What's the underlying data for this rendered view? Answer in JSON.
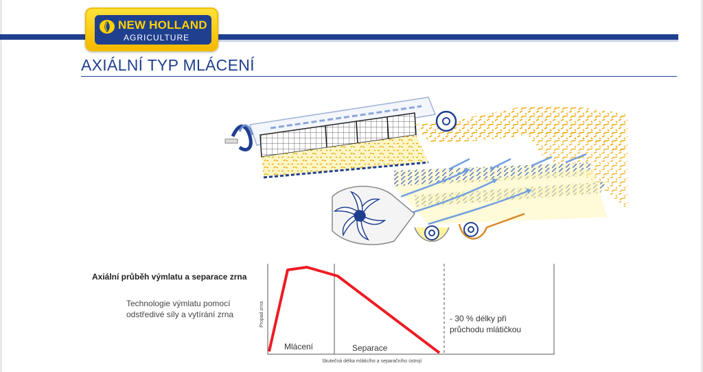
{
  "logo": {
    "brand": "NEW HOLLAND",
    "sub": "AGRICULTURE",
    "colors": {
      "blue": "#1f3f8f",
      "yellow": "#ffd200"
    }
  },
  "page": {
    "title": "AXIÁLNÍ TYP MLÁCENÍ"
  },
  "caption": {
    "heading": "Axiální průběh výmlatu a separace zrna",
    "lines": [
      "Technologie výmlatu pomocí",
      "odstředivé síly a vytírání zrna"
    ]
  },
  "graph": {
    "ylabel": "Propad zrna",
    "xlabel": "Skutečná délka mláticího a separačního ústrojí",
    "region1": "Mlácení",
    "region2": "Separace",
    "line_color": "#ee1c24"
  },
  "note": [
    "- 30 % délky při",
    "průchodu mlátičkou"
  ]
}
